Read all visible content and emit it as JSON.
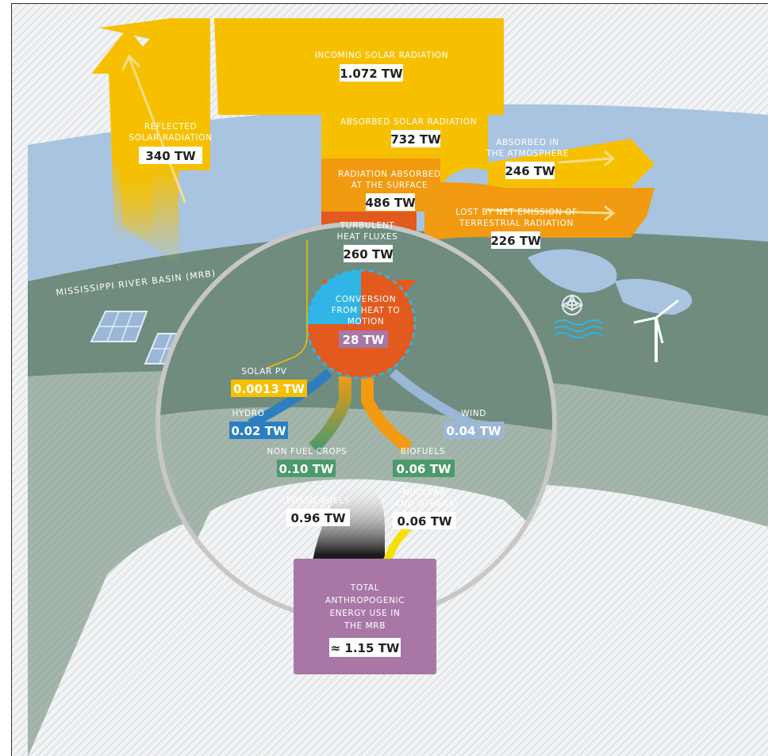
{
  "region_label": "MISSISSIPPI RIVER BASIN (MRB)",
  "flows": {
    "incoming": {
      "label": "INCOMING SOLAR RADIATION",
      "value": "1.072 TW"
    },
    "reflected": {
      "label_1": "REFLECTED",
      "label_2": "SOLAR RADIATION",
      "value": "340 TW"
    },
    "absorbed": {
      "label": "ABSORBED SOLAR RADIATION",
      "value": "732 TW"
    },
    "atmosphere": {
      "label_1": "ABSORBED IN",
      "label_2": "THE ATMOSPHERE",
      "value": "246 TW"
    },
    "surface": {
      "label_1": "RADIATION ABSORBED",
      "label_2": "AT THE SURFACE",
      "value": "486 TW"
    },
    "emission": {
      "label_1": "LOST BY NET EMISSION OF",
      "label_2": "TERRESTRIAL RADIATION",
      "value": "226 TW"
    },
    "turbulent": {
      "label_1": "TURBULENT",
      "label_2": "HEAT FLUXES",
      "value": "260 TW"
    },
    "conversion": {
      "label_1": "CONVERSION",
      "label_2": "FROM HEAT TO",
      "label_3": "MOTION",
      "value": "28 TW"
    }
  },
  "sources": {
    "solar_pv": {
      "label": "SOLAR PV",
      "value": "0.0013 TW"
    },
    "hydro": {
      "label": "HYDRO",
      "value": "0.02 TW"
    },
    "wind": {
      "label": "WIND",
      "value": "0.04 TW"
    },
    "non_fuel_crops": {
      "label": "NON FUEL CROPS",
      "value": "0.10 TW"
    },
    "biofuels": {
      "label": "BIOFUELS",
      "value": "0.06 TW"
    },
    "fossil_fuels": {
      "label": "FOSSIL FUELS",
      "value": "0.96 TW"
    },
    "nuclear": {
      "label_1": "NUCLEAR",
      "label_2": "(AND OTHERS)",
      "value": "0.06 TW"
    }
  },
  "total": {
    "label_1": "TOTAL",
    "label_2": "ANTHROPOGENIC",
    "label_3": "ENERGY USE IN",
    "label_4": "THE MRB",
    "value": "≈ 1.15 TW"
  },
  "colors": {
    "sky": "#a9c4e0",
    "land": "#6f8c7e",
    "yellow": "#f6c000",
    "orange": "#f29a10",
    "red_orange": "#e35a1e",
    "cyan": "#2fb5e6",
    "purple": "#a877a6",
    "hydro": "#2b7fc1",
    "wind": "#9ab7d8",
    "crops": "#4a9a6a",
    "solar_pv": "#f6c000"
  }
}
